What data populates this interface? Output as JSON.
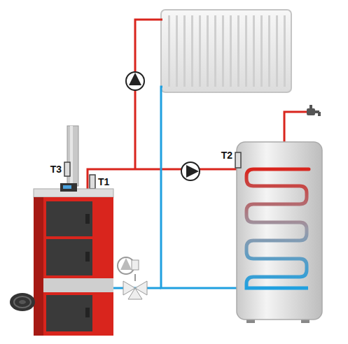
{
  "diagram": {
    "labels": [
      "T3",
      "T1",
      "T2"
    ]
  }
}
